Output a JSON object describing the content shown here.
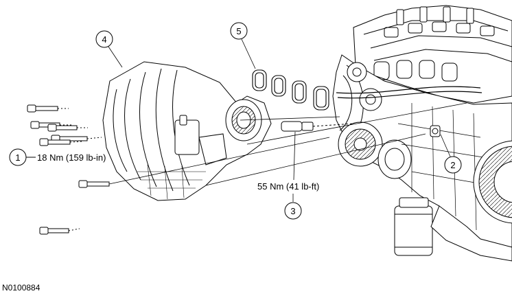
{
  "callouts": [
    {
      "number": "1"
    },
    {
      "number": "2"
    },
    {
      "number": "3"
    },
    {
      "number": "4"
    },
    {
      "number": "5"
    }
  ],
  "torque_labels": {
    "item1": "18 Nm (159 lb-in)",
    "item3": "55 Nm (41 lb-ft)"
  },
  "figure_id": "N0100884"
}
